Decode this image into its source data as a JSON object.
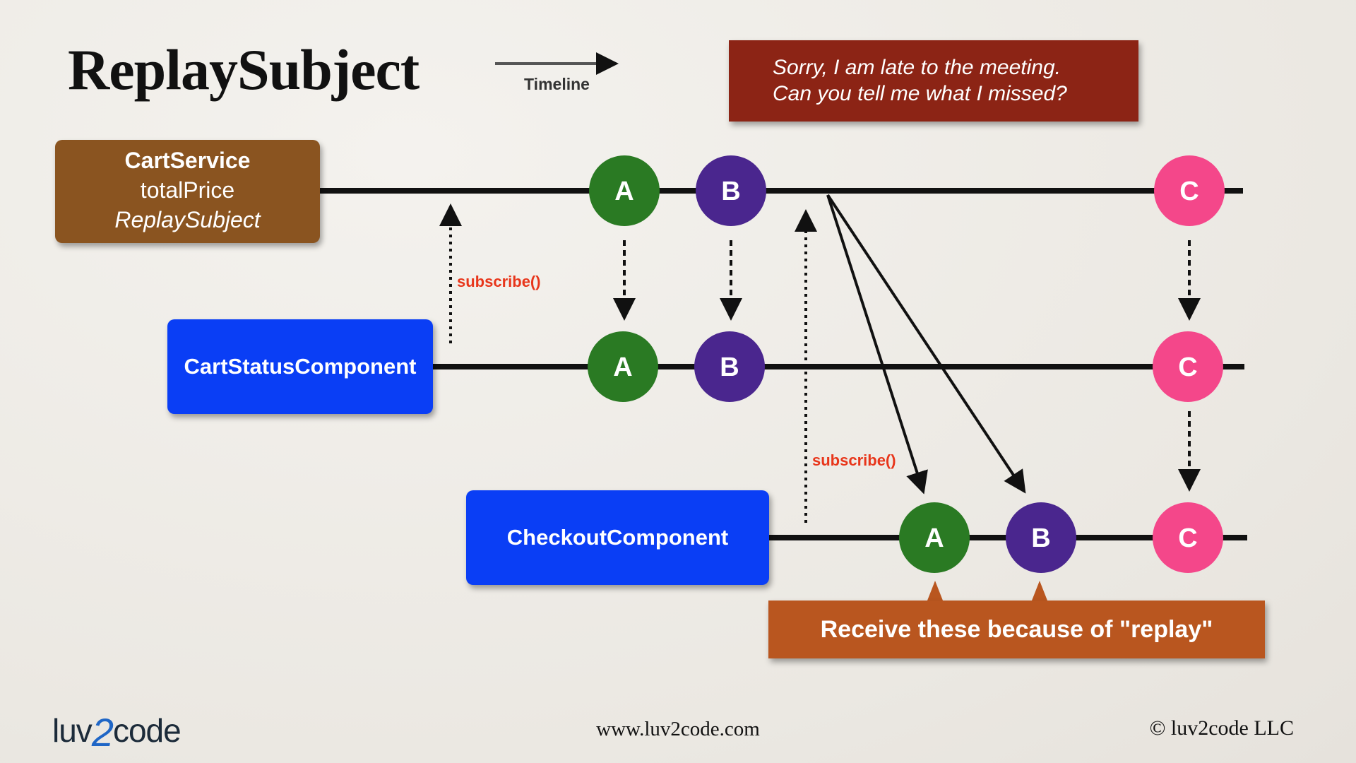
{
  "title": "ReplaySubject",
  "timeline_label": "Timeline",
  "callout": {
    "line1": "Sorry, I am late to the meeting.",
    "line2": "Can you tell me what I missed?"
  },
  "service_box": {
    "name": "CartService",
    "property": "totalPrice",
    "type": "ReplaySubject"
  },
  "components": {
    "cart_status": "CartStatusComponent",
    "checkout": "CheckoutComponent"
  },
  "subscribe_label": "subscribe()",
  "replay_note": "Receive these because of \"replay\"",
  "nodes": {
    "a": "A",
    "b": "B",
    "c": "C"
  },
  "colors": {
    "node_a": "#2a7a23",
    "node_b": "#4a268e",
    "node_c": "#f4478a",
    "component_box": "#0a3ef5",
    "service_box": "#8a5420",
    "callout": "#8c2415",
    "replay_box": "#b9561f",
    "subscribe_text": "#e8361b"
  },
  "footer": {
    "logo_prefix": "luv",
    "logo_two": "2",
    "logo_suffix": "code",
    "url": "www.luv2code.com",
    "copyright": "© luv2code LLC"
  }
}
